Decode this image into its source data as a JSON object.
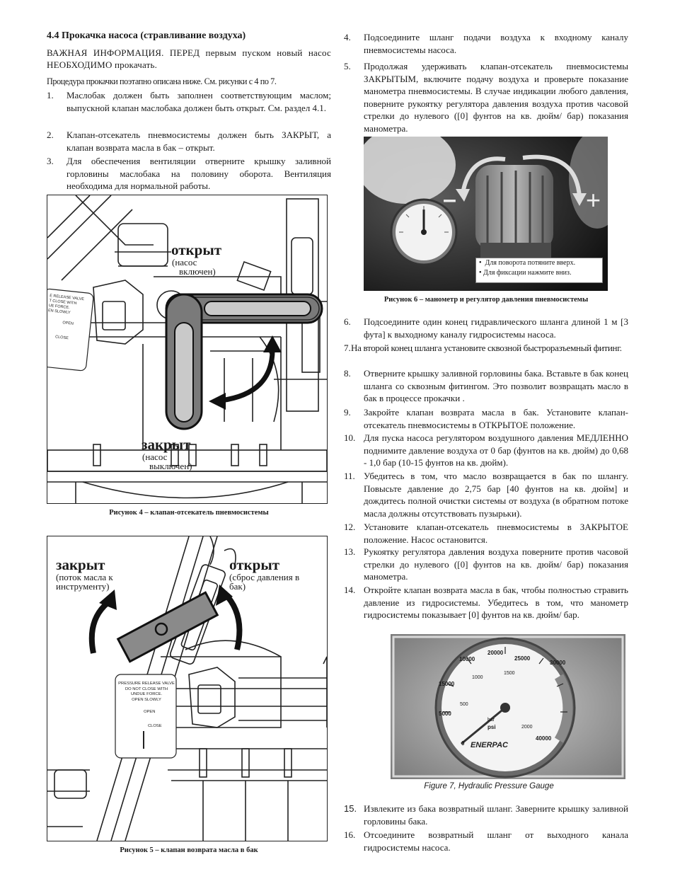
{
  "section": {
    "title": "4.4 Прокачка насоса (стравливание воздуха)",
    "important": "ВАЖНАЯ ИНФОРМАЦИЯ. ПЕРЕД первым пуском новый насос НЕОБХОДИМО прокачать.",
    "intro": "Процедура прокачки поэтапно описана ниже. См. рисунки с 4 по 7."
  },
  "left_steps": [
    {
      "num": "1.",
      "text": "Маслобак должен быть заполнен соответствующим маслом; выпускной клапан маслобака должен быть открыт. См. раздел 4.1."
    },
    {
      "num": "2.",
      "text": "Клапан-отсекатель пневмосистемы должен быть ЗАКРЫТ, а клапан возврата масла в бак – открыт."
    },
    {
      "num": "3.",
      "text": "Для обеспечения вентиляции отверните крышку заливной горловины маслобака на половину оборота. Вентиляция необходима для нормальной работы."
    }
  ],
  "figure4": {
    "open_label": "открыт",
    "open_sub1": "(насос",
    "open_sub2": "включен)",
    "closed_label": "закрыт",
    "closed_sub1": "(насос",
    "closed_sub2": "выключен)",
    "tag_lines": [
      "E RELEASE VALVE",
      "T CLOSE WITH",
      "UE FORCE.",
      "EN SLOWLY"
    ],
    "tag_open": "OPEN",
    "tag_close": "CLOSE",
    "caption": "Рисунок 4 – клапан-отсекатель пневмосистемы"
  },
  "figure5": {
    "closed_label": "закрыт",
    "closed_sub1": "(поток масла к",
    "closed_sub2": "инструменту)",
    "open_label": "открыт",
    "open_sub1": "(сброс давления в",
    "open_sub2": "бак)",
    "tag_lines": [
      "PRESSURE RELEASE VALVE",
      "DO NOT CLOSE WITH",
      "UNDUE FORCE.",
      "OPEN SLOWLY"
    ],
    "tag_open": "OPEN",
    "tag_close": "CLOSE",
    "caption": "Рисунок 5 – клапан возврата масла в бак"
  },
  "right_steps_top": [
    {
      "num": "4.",
      "text": "Подсоедините шланг подачи воздуха к входному каналу пневмосистемы насоса."
    },
    {
      "num": "5.",
      "text": "Продолжая удерживать клапан-отсекатель пневмосистемы ЗАКРЫТЫМ, включите подачу воздуха и проверьте показание манометра пневмосистемы. В случае индикации любого давления, поверните рукоятку регулятора давления воздуха против часовой стрелки до нулевого ([0] фунтов на кв. дюйм/ бар) показания манометра."
    }
  ],
  "figure6": {
    "minus": "–",
    "plus": "+",
    "note1": "Для поворота потяните вверх.",
    "note2": "Для фиксации нажмите вниз.",
    "caption": "Рисунок 6 – манометр и регулятор давления пневмосистемы"
  },
  "right_steps_mid": [
    {
      "num": "6.",
      "text": "Подсоедините один конец гидравлического шланга длиной 1 м [3 фута] к выходному каналу гидросистемы насоса."
    },
    {
      "num": "7.",
      "text": "На второй конец шланга установите сквозной быстроразъемный фитинг."
    },
    {
      "num": "8.",
      "text": "Отверните крышку заливной горловины бака. Вставьте в бак конец шланга со сквозным фитингом. Это позволит возвращать масло в бак в процессе прокачки ."
    },
    {
      "num": "9.",
      "text": "Закройте клапан возврата масла в бак. Установите клапан-отсекатель пневмосистемы в ОТКРЫТОЕ положение."
    },
    {
      "num": "10.",
      "text": "Для пуска насоса регулятором воздушного давления МЕДЛЕННО поднимите давление воздуха от 0 бар (фунтов на кв. дюйм) до 0,68 - 1,0 бар (10-15 фунтов на кв. дюйм)."
    },
    {
      "num": "11.",
      "text": "Убедитесь в том, что масло возвращается в бак по шлангу. Повысьте давление до 2,75 бар [40 фунтов на кв. дюйм] и дождитесь полной очистки системы от воздуха (в обратном потоке масла должны отсутствовать пузырьки)."
    },
    {
      "num": "12.",
      "text": "Установите клапан-отсекатель пневмосистемы в ЗАКРЫТОЕ положение. Насос остановится."
    },
    {
      "num": "13.",
      "text": "Рукоятку регулятора давления воздуха поверните против часовой стрелки до нулевого ([0] фунтов на кв. дюйм/ бар) показания манометра."
    },
    {
      "num": "14.",
      "text": "Откройте клапан возврата масла в бак, чтобы полностью стравить давление из гидросистемы. Убедитесь в том, что манометр гидросистемы показывает [0] фунтов на кв. дюйм/ бар."
    }
  ],
  "figure7": {
    "ticks_psi": [
      "10000",
      "15000",
      "20000",
      "25000",
      "5000",
      "0",
      "30000",
      "40000"
    ],
    "ticks_bar": [
      "1000",
      "1500",
      "500",
      "2000"
    ],
    "scale_label": "psi",
    "bar_label": "bar",
    "brand": "ENERPAC",
    "caption": "Figure 7, Hydraulic Pressure Gauge"
  },
  "right_steps_bottom": [
    {
      "num": "15.",
      "text": "Извлеките из бака возвратный шланг. Заверните крышку заливной горловины бака."
    },
    {
      "num": "16.",
      "text": "Отсоедините возвратный шланг от выходного канала гидросистемы насоса."
    }
  ]
}
